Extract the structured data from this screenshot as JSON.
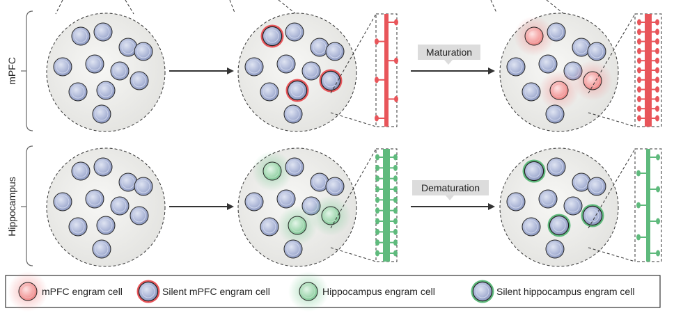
{
  "rows": [
    {
      "label": "mPFC",
      "arrow_label": "Maturation"
    },
    {
      "label": "Hippocampus",
      "arrow_label": "Dematuration"
    }
  ],
  "legend": [
    {
      "label": "mPFC engram cell",
      "type": "mpfc"
    },
    {
      "label": "Silent mPFC engram cell",
      "type": "silent-mpfc"
    },
    {
      "label": "Hippocampus engram cell",
      "type": "hippo"
    },
    {
      "label": "Silent hippocampus engram cell",
      "type": "silent-hippo"
    }
  ],
  "colors": {
    "mpfc": "#e8555a",
    "hippo": "#5fba7d",
    "cell_fill": "#c2cbe3",
    "cell_inner": "#9aa6c9",
    "tissue": "#ebebe9",
    "arrow": "#333333",
    "label_box": "#dcdcdc"
  }
}
